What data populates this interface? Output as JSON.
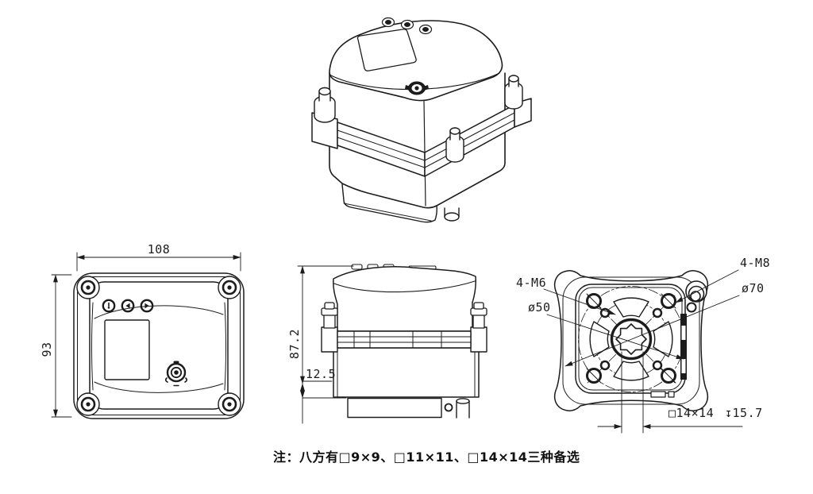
{
  "colors": {
    "line": "#1c1c1c",
    "background": "#ffffff"
  },
  "views": {
    "front": {
      "dim_width": "108",
      "dim_height": "93"
    },
    "side": {
      "dim_body_height": "87.2",
      "dim_base_height": "12.5"
    },
    "bottom": {
      "label_thread_small": "4-M6",
      "label_bolt_circle_small": "ø50",
      "label_thread_large": "4-M8",
      "label_bolt_circle_large": "ø70",
      "dim_square_socket": "□14×14",
      "dim_socket_depth": "↧15.7"
    }
  },
  "note": {
    "text": "注：八方有□9×9、□11×11、□14×14三种备选"
  }
}
